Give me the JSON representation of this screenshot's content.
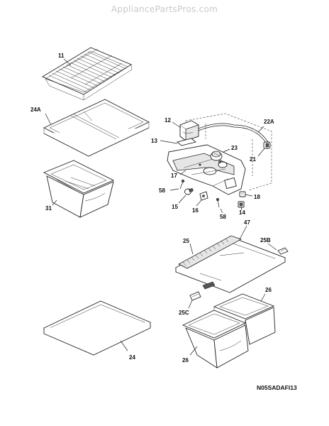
{
  "watermark": "AppliancePartsPros.com",
  "diagram_code": "N05SADAFI13",
  "callouts": {
    "c11": "11",
    "c24A": "24A",
    "c31": "31",
    "c12": "12",
    "c13": "13",
    "c17": "17",
    "c58a": "58",
    "c15": "15",
    "c16": "16",
    "c58b": "58",
    "c14": "14",
    "c18": "18",
    "c23": "23",
    "c22A": "22A",
    "c21": "21",
    "c47": "47",
    "c25": "25",
    "c25B": "25B",
    "c26a": "26",
    "c25C": "25C",
    "c26b": "26",
    "c24": "24"
  }
}
